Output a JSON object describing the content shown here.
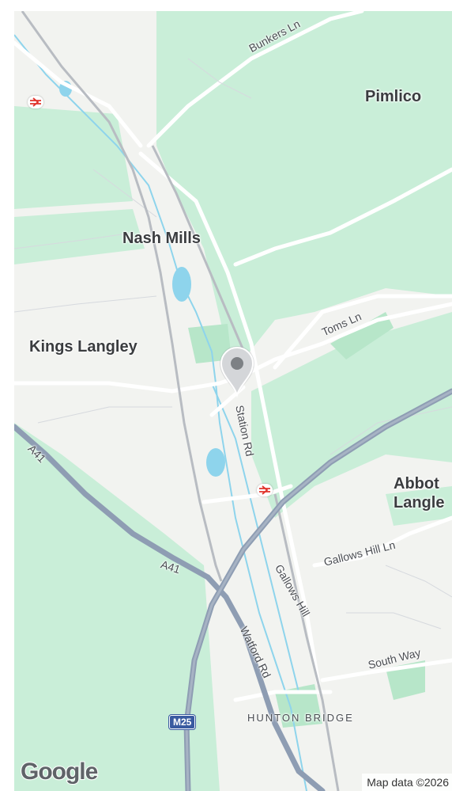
{
  "map": {
    "places": {
      "pimlico": "Pimlico",
      "nash_mills": "Nash Mills",
      "kings_langley": "Kings Langley",
      "abbots_langley": [
        "Abbot",
        "Langle"
      ],
      "hunton_bridge": "HUNTON BRIDGE"
    },
    "roads": {
      "bunkers_ln": "Bunkers Ln",
      "toms_ln": "Toms Ln",
      "station_rd": "Station Rd",
      "a41_upper": "A41",
      "a41_lower": "A41",
      "gallows_hill_ln": "Gallows Hill Ln",
      "gallows_hill": "Gallows Hill",
      "watford_rd": "Watford Rd",
      "south_way": "South Way"
    },
    "motorway_shield": "M25",
    "logo": "Google",
    "attribution": "Map data ©2026",
    "colors": {
      "background": "#f2f3f0",
      "green": "#c9eed8",
      "water": "#8ed4ec",
      "major_road": "#8e9db3",
      "minor_road": "#ffffff",
      "pin": "#9aa0a6",
      "rail_icon": "#e1342c"
    },
    "icons": {
      "rail_station": "rail-station-icon",
      "location_pin": "location-pin-icon"
    }
  }
}
